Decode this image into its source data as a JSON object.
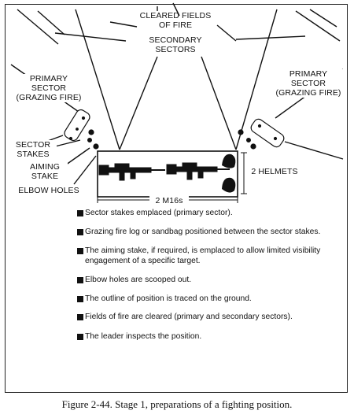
{
  "labels": {
    "cleared_fields": "CLEARED FIELDS\nOF FIRE",
    "secondary_sectors": "SECONDARY\nSECTORS",
    "primary_left": "PRIMARY\nSECTOR\n(GRAZING FIRE)",
    "primary_right": "PRIMARY\nSECTOR\n(GRAZING FIRE)",
    "sector_stakes": "SECTOR\nSTAKES",
    "aiming_stake": "AIMING\nSTAKE",
    "elbow_holes": "ELBOW HOLES",
    "two_helmets": "2 HELMETS",
    "two_m16s": "2 M16s"
  },
  "steps": [
    "Sector stakes emplaced (primary sector).",
    "Grazing fire log or sandbag positioned between the sector stakes.",
    "The aiming stake, if required, is emplaced to allow limited visibility engagement of a specific target.",
    "Elbow holes are scooped out.",
    "The outline of position is traced on the ground.",
    "Fields of fire are cleared  (primary and secondary sectors).",
    "The leader inspects the position."
  ],
  "caption": "Figure 2-44. Stage 1, preparations of a fighting position."
}
